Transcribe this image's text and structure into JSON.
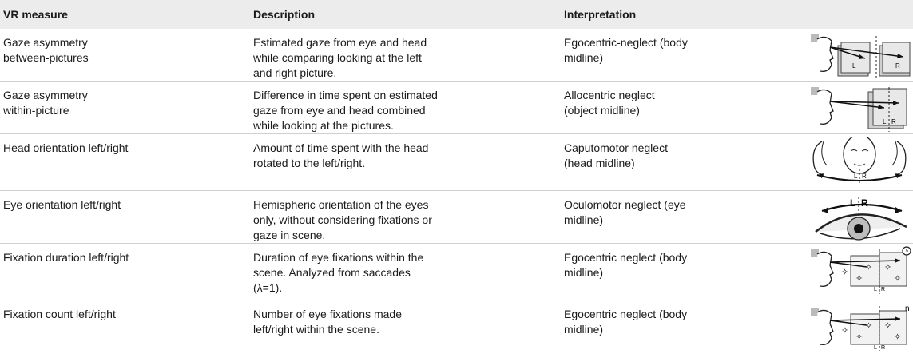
{
  "table": {
    "headers": [
      "VR measure",
      "Description",
      "Interpretation",
      ""
    ],
    "rows": [
      {
        "measure": "Gaze asymmetry\nbetween-pictures",
        "description": "Estimated gaze from eye and head\nwhile comparing looking at the left\nand right picture.",
        "interpretation": "Egocentric-neglect (body\nmidline)",
        "labels": [
          "L",
          "R"
        ]
      },
      {
        "measure": "Gaze asymmetry\nwithin-picture",
        "description": "Difference in time spent on estimated\ngaze from eye and head combined\nwhile looking at the pictures.",
        "interpretation": "Allocentric neglect\n(object midline)",
        "labels": [
          "L",
          "R"
        ]
      },
      {
        "measure": "Head orientation left/right",
        "description": "Amount of time spent with the head\nrotated to the left/right.",
        "interpretation": "Caputomotor neglect\n(head midline)",
        "labels": [
          "L",
          "R"
        ]
      },
      {
        "measure": "Eye orientation left/right",
        "description": "Hemispheric orientation of the eyes\nonly, without considering fixations or\ngaze in scene.",
        "interpretation": "Oculomotor neglect (eye\nmidline)",
        "labels": [
          "L",
          "R"
        ]
      },
      {
        "measure": "Fixation duration left/right",
        "description": "Duration of eye fixations within the\nscene. Analyzed from saccades\n(λ=1).",
        "interpretation": "Egocentric neglect (body\nmidline)",
        "labels": [
          "L",
          "R"
        ]
      },
      {
        "measure": "Fixation count left/right",
        "description": "Number of eye fixations made\nleft/right within the scene.",
        "interpretation": "Egocentric neglect (body\nmidline)",
        "labels": [
          "L",
          "R",
          "n"
        ]
      }
    ]
  },
  "colors": {
    "header_bg": "#ececec",
    "row_border": "#d0d0d0",
    "ink": "#1a1a1a"
  },
  "icons": [
    "gaze-between-pictures-icon",
    "gaze-within-picture-icon",
    "head-orientation-icon",
    "eye-orientation-icon",
    "fixation-duration-icon",
    "fixation-count-icon"
  ]
}
